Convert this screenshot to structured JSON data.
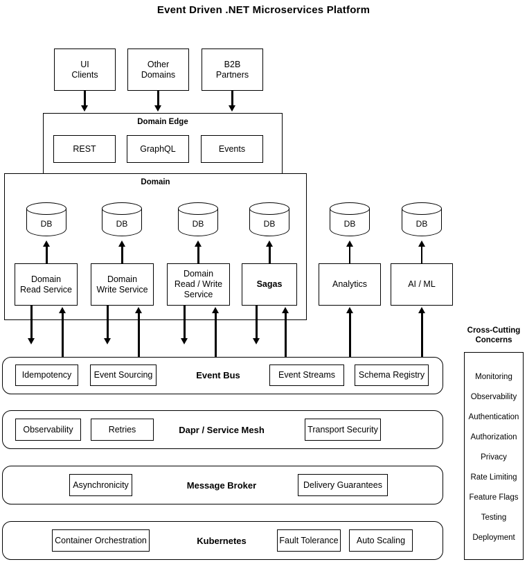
{
  "title": "Event Driven .NET Microservices Platform",
  "clients": [
    {
      "label": "UI\nClients"
    },
    {
      "label": "Other\nDomains"
    },
    {
      "label": "B2B\nPartners"
    }
  ],
  "domain_edge": {
    "label": "Domain Edge",
    "items": [
      {
        "label": "REST"
      },
      {
        "label": "GraphQL"
      },
      {
        "label": "Events"
      }
    ]
  },
  "domain": {
    "label": "Domain",
    "services": [
      {
        "label": "Domain\nRead Service",
        "bold": false,
        "db": "DB"
      },
      {
        "label": "Domain\nWrite Service",
        "bold": false,
        "db": "DB"
      },
      {
        "label": "Domain\nRead / Write\nService",
        "bold": false,
        "db": "DB"
      },
      {
        "label": "Sagas",
        "bold": true,
        "db": "DB"
      }
    ]
  },
  "external_services": [
    {
      "label": "Analytics",
      "db": "DB"
    },
    {
      "label": "AI / ML",
      "db": "DB"
    }
  ],
  "lanes": [
    {
      "name": "Event Bus",
      "left_items": [
        "Idempotency",
        "Event Sourcing"
      ],
      "right_items": [
        "Event Streams",
        "Schema Registry"
      ]
    },
    {
      "name": "Dapr / Service Mesh",
      "left_items": [
        "Observability",
        "Retries"
      ],
      "right_items": [
        "Transport Security"
      ]
    },
    {
      "name": "Message Broker",
      "left_items": [
        "Asynchronicity"
      ],
      "right_items": [
        "Delivery Guarantees"
      ]
    },
    {
      "name": "Kubernetes",
      "left_items": [
        "Container Orchestration"
      ],
      "right_items": [
        "Fault Tolerance",
        "Auto Scaling"
      ]
    }
  ],
  "cross_cutting": {
    "title": "Cross-Cutting\nConcerns",
    "items": [
      "Monitoring",
      "Observability",
      "Authentication",
      "Authorization",
      "Privacy",
      "Rate Limiting",
      "Feature Flags",
      "Testing",
      "Deployment"
    ]
  },
  "colors": {
    "stroke": "#000000",
    "fill": "#ffffff"
  }
}
